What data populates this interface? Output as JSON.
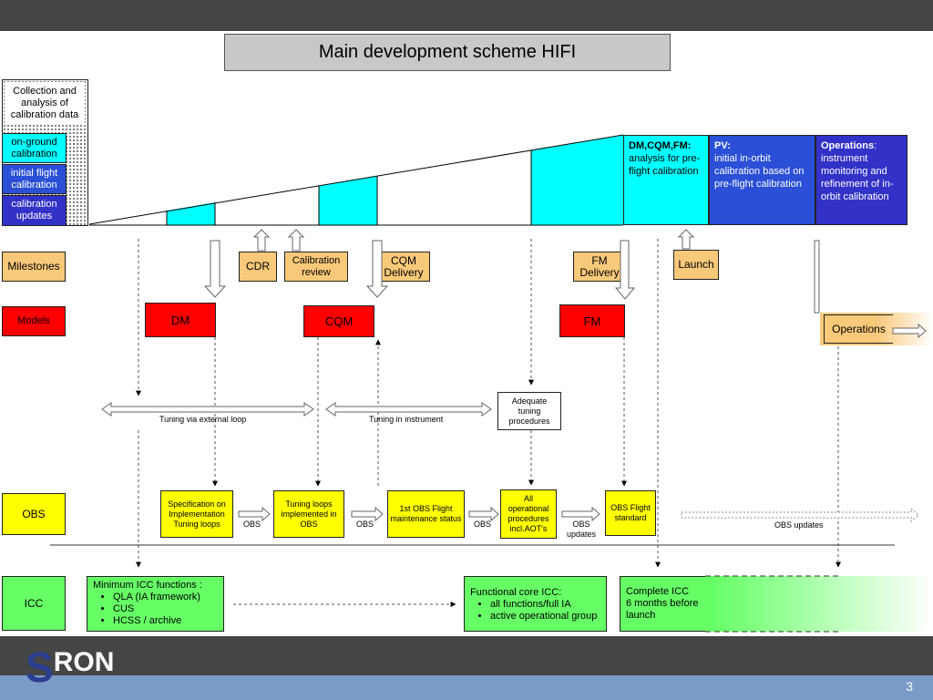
{
  "title": "Main development scheme HIFI",
  "legend": {
    "header": "Collection and analysis of calibration data",
    "on_ground": "on-ground calibration",
    "initial_flight": "initial flight calibration",
    "updates": "calibration updates"
  },
  "phases": {
    "dm_title": "DM,CQM,FM:",
    "dm_text": "analysis for pre-flight calibration",
    "pv_title": "PV:",
    "pv_text": "initial in-orbit calibration based on pre-flight calibration",
    "ops_title": "Operations",
    "ops_colon": ":",
    "ops_text": "instrument monitoring and refinement of in-orbit calibration"
  },
  "rows": {
    "milestones": "Milestones",
    "models": "Models",
    "obs": "OBS",
    "icc": "ICC"
  },
  "milestones": {
    "cdr": "CDR",
    "cal_review": "Calibration review",
    "cqm_delivery": "CQM Delivery",
    "fm_delivery": "FM Delivery",
    "launch": "Launch"
  },
  "models": {
    "dm": "DM",
    "cqm": "CQM",
    "fm": "FM",
    "operations": "Operations"
  },
  "tuning": {
    "external": "Tuning via external loop",
    "instrument": "Tuning in instrument",
    "adequate": "Adequate tuning procedures"
  },
  "obs_boxes": {
    "spec": "Specification on Implementation Tuning loops",
    "loops": "Tuning loops implemented in OBS",
    "first": "1st OBS Flight maintenance status",
    "all": "All operational procedures incl.AOT's",
    "flight": "OBS Flight standard"
  },
  "obs_labels": {
    "obs1": "OBS",
    "obs2": "OBS",
    "obs3": "OBS",
    "obs_updates": "OBS updates",
    "obs_updates_right": "OBS updates"
  },
  "icc": {
    "min_title": "Minimum ICC functions :",
    "min_items": [
      "QLA (IA framework)",
      "CUS",
      "HCSS / archive"
    ],
    "core_title": "Functional core ICC:",
    "core_items": [
      "all functions/full IA",
      "active operational group"
    ],
    "complete_line1": "Complete ICC",
    "complete_line2": "6 months before",
    "complete_line3": "launch"
  },
  "logo": {
    "s": "S",
    "rest": "RON"
  },
  "page_number": "3"
}
